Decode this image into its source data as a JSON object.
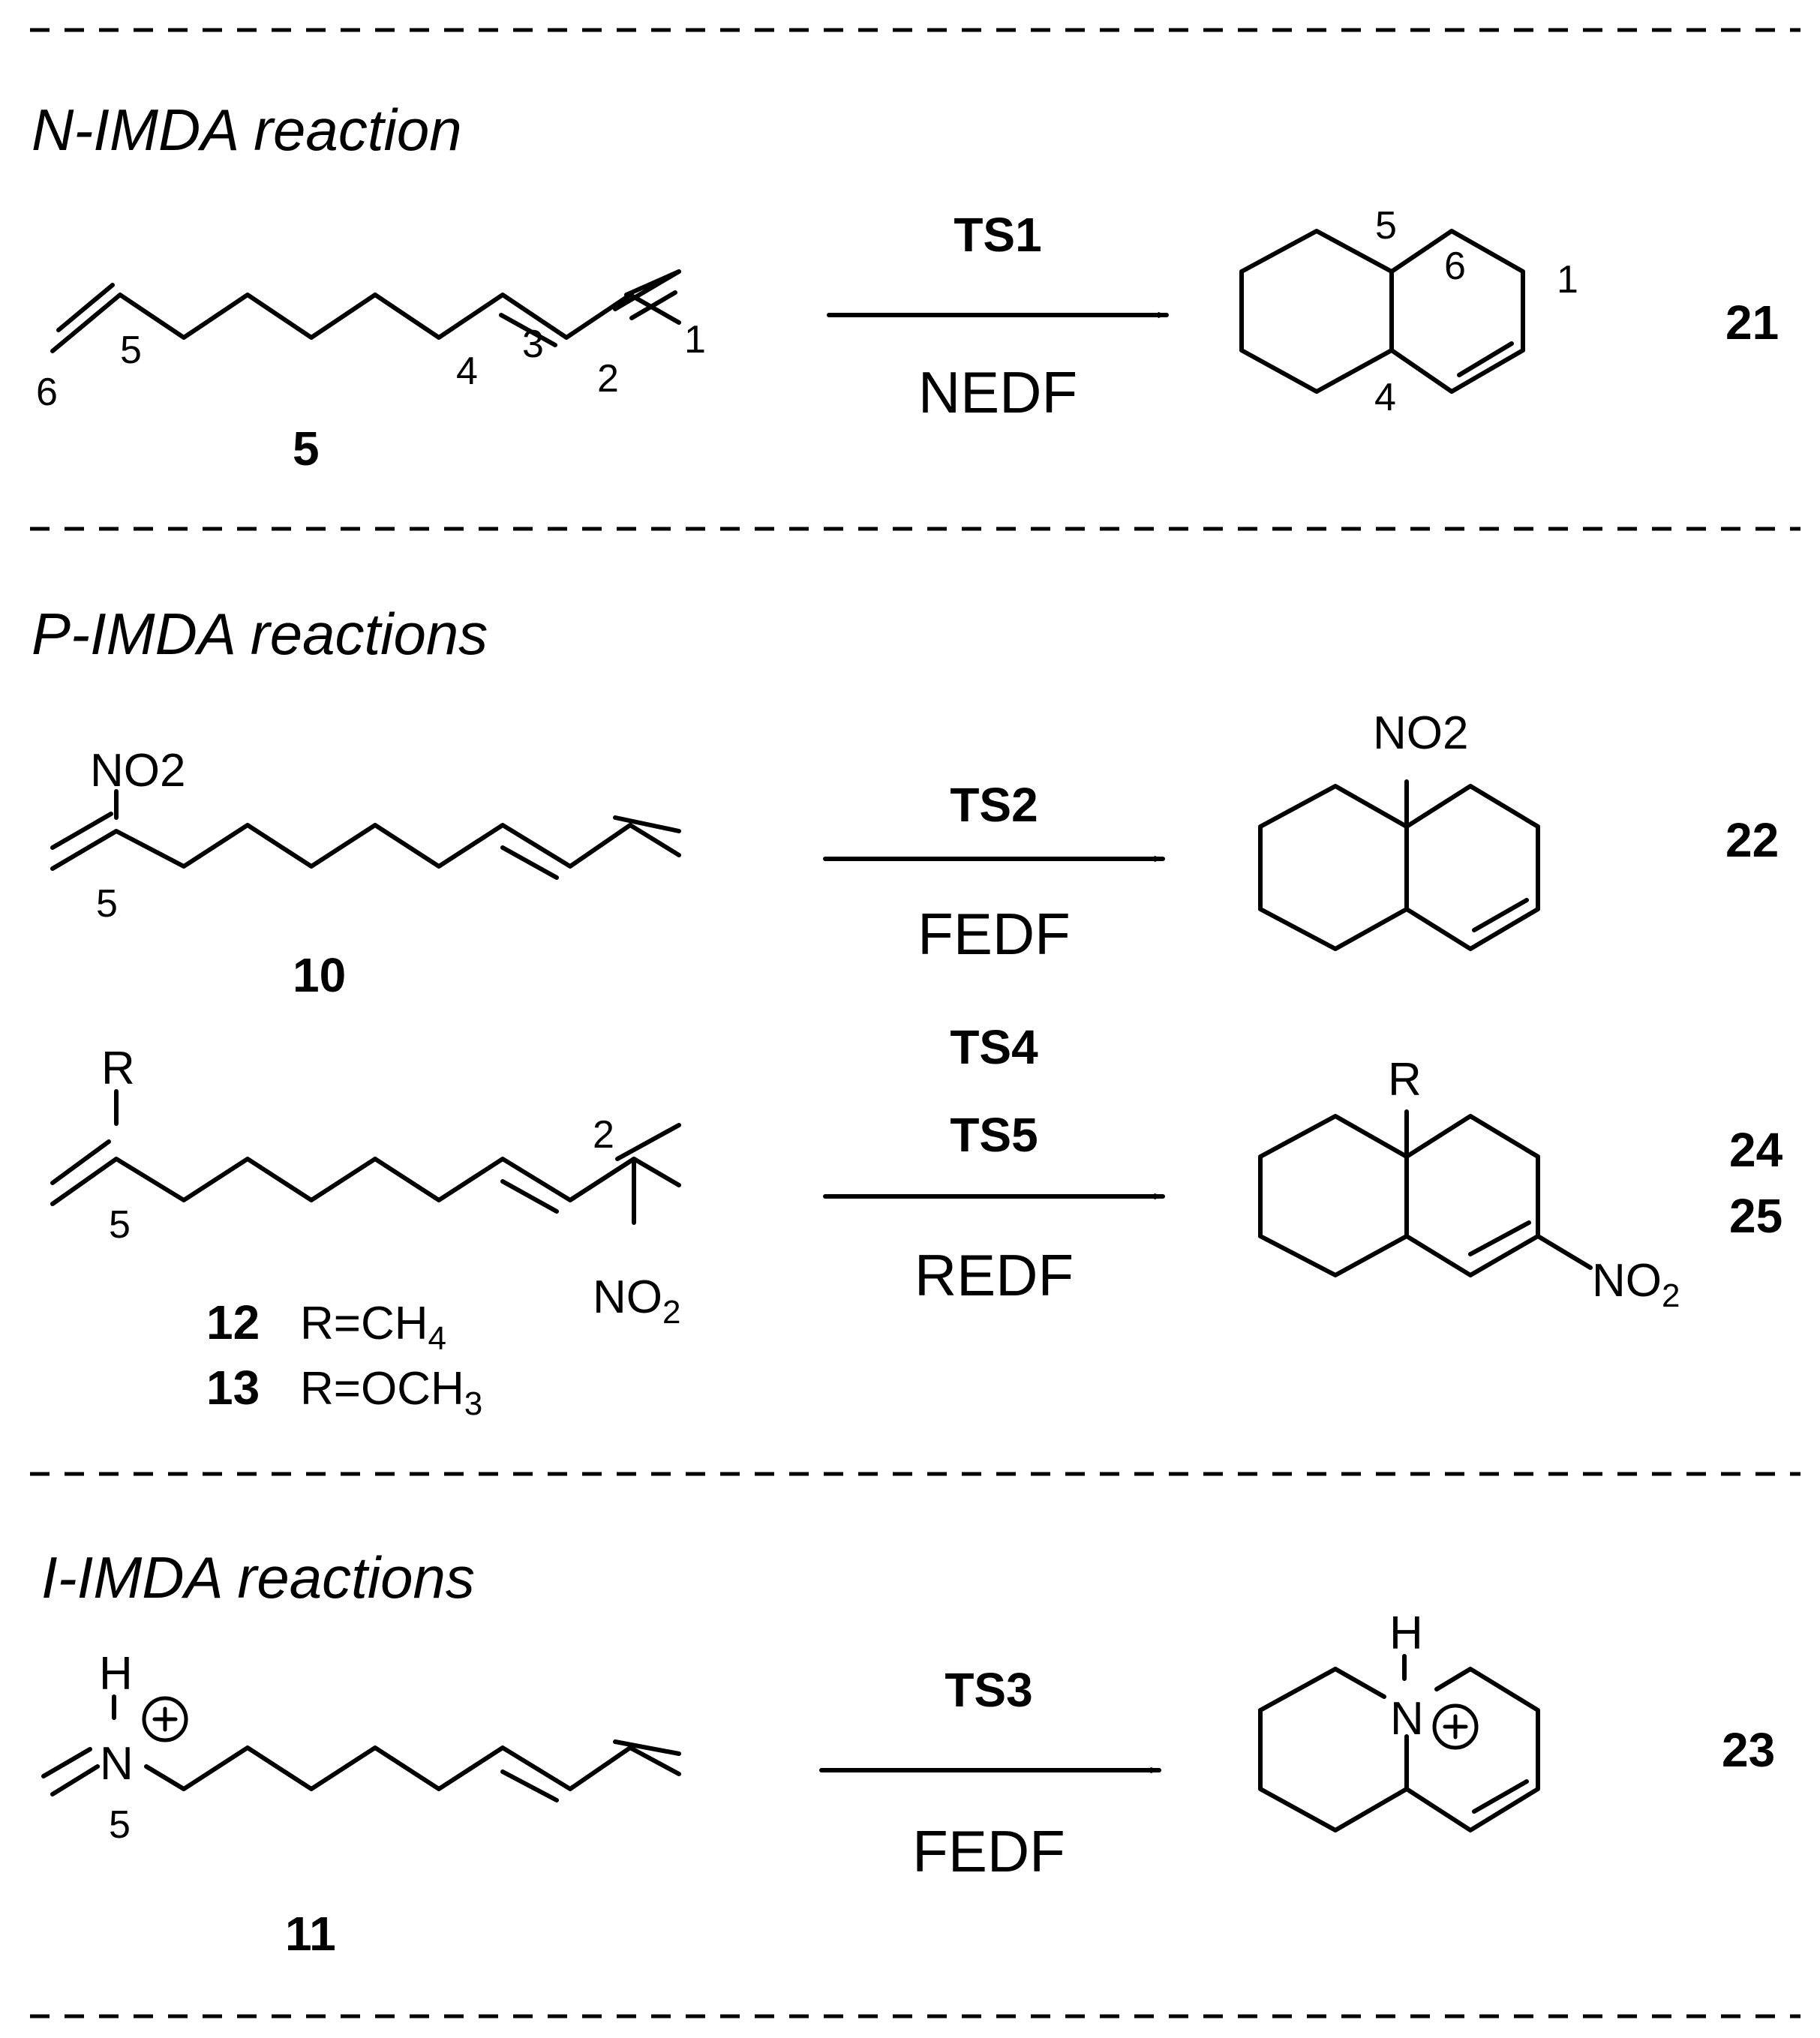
{
  "sections": [
    {
      "title": "N-IMDA reaction",
      "reactions": [
        {
          "reactant_id": "5",
          "ts": [
            "TS1"
          ],
          "condition": "NEDF",
          "product_id": "21",
          "reactant_numbers": [
            "6",
            "5",
            "4",
            "3",
            "2",
            "1"
          ],
          "product_numbers": [
            "5",
            "6",
            "1",
            "4"
          ]
        }
      ]
    },
    {
      "title": "P-IMDA reactions",
      "reactions": [
        {
          "reactant_id": "10",
          "ts": [
            "TS2"
          ],
          "condition": "FEDF",
          "product_id": "22",
          "reactant_group": "NO2",
          "reactant_numbers": [
            "5"
          ],
          "product_group": "NO2"
        },
        {
          "ts": [
            "TS4",
            "TS5"
          ],
          "condition": "REDF",
          "product_ids": [
            "24",
            "25"
          ],
          "reactant_R": "R",
          "reactant_numbers": [
            "2",
            "5"
          ],
          "reactant_group": "NO",
          "reactant_group_sub": "2",
          "product_R": "R",
          "product_group": "NO",
          "product_group_sub": "2",
          "variants": [
            {
              "id": "12",
              "r_prefix": "R=CH",
              "r_sub": "4"
            },
            {
              "id": "13",
              "r_prefix": "R=OCH",
              "r_sub": "3"
            }
          ]
        }
      ]
    },
    {
      "title": "I-IMDA reactions",
      "reactions": [
        {
          "reactant_id": "11",
          "ts": [
            "TS3"
          ],
          "condition": "FEDF",
          "product_id": "23",
          "reactant_atoms": {
            "h": "H",
            "n": "N",
            "charge": "+"
          },
          "reactant_numbers": [
            "5"
          ],
          "product_atoms": {
            "h": "H",
            "n": "N",
            "charge": "+"
          }
        }
      ]
    }
  ]
}
